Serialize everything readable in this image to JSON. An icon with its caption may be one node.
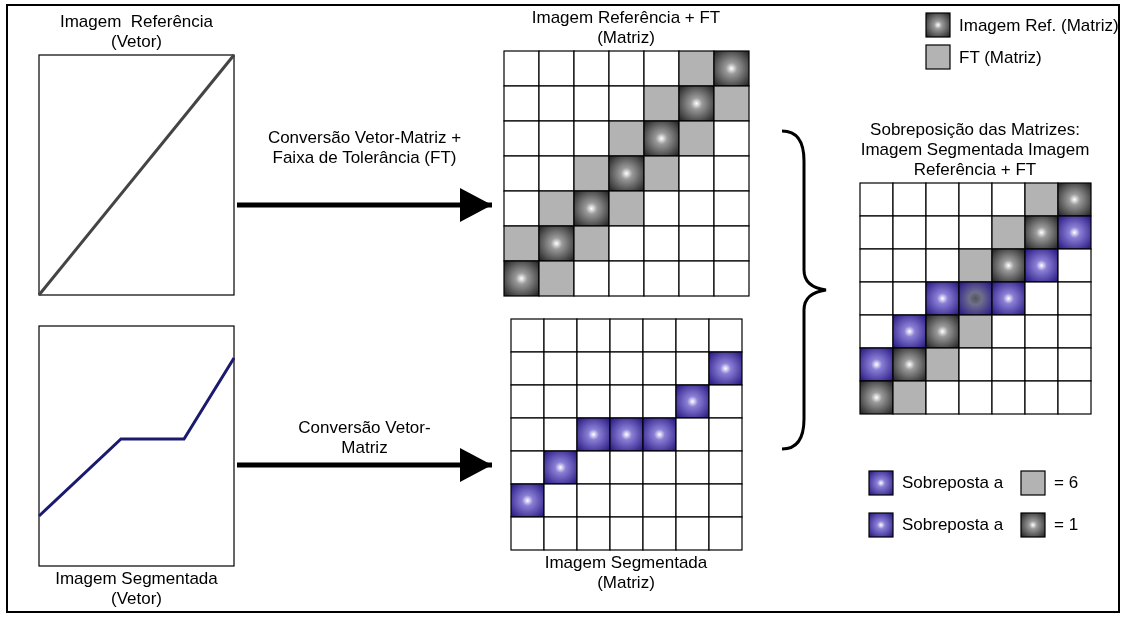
{
  "diagram": {
    "nodes": [
      {
        "text": [
          "Imagem  Referência (Vetor)"
        ]
      },
      {
        "text": [
          "Imagem Referência + FT (Matriz)"
        ]
      },
      {
        "text": [
          "Imagem Segmentada (Vetor)"
        ]
      },
      {
        "text": [
          "Imagem Segmentada (Matriz)"
        ]
      },
      {
        "text": [
          "Sobreposição das Matrizes: Imagem Segmentada Imagem Referência + FT"
        ]
      }
    ],
    "edges": [
      {
        "from": 0,
        "to": 1,
        "arrow": "to",
        "label": "Conversão Vetor-Matriz + Faixa de Tolerância (FT)"
      },
      {
        "from": 2,
        "to": 3,
        "arrow": "to",
        "label": "Conversão Vetor-Matriz"
      }
    ],
    "labels": [
      "Sobreposta a",
      "= 6",
      "Sobreposta a",
      "= 1"
    ],
    "legend": [
      {
        "text": "Imagem Ref. (Matriz)"
      },
      {
        "text": "FT (Matriz)"
      }
    ]
  }
}
